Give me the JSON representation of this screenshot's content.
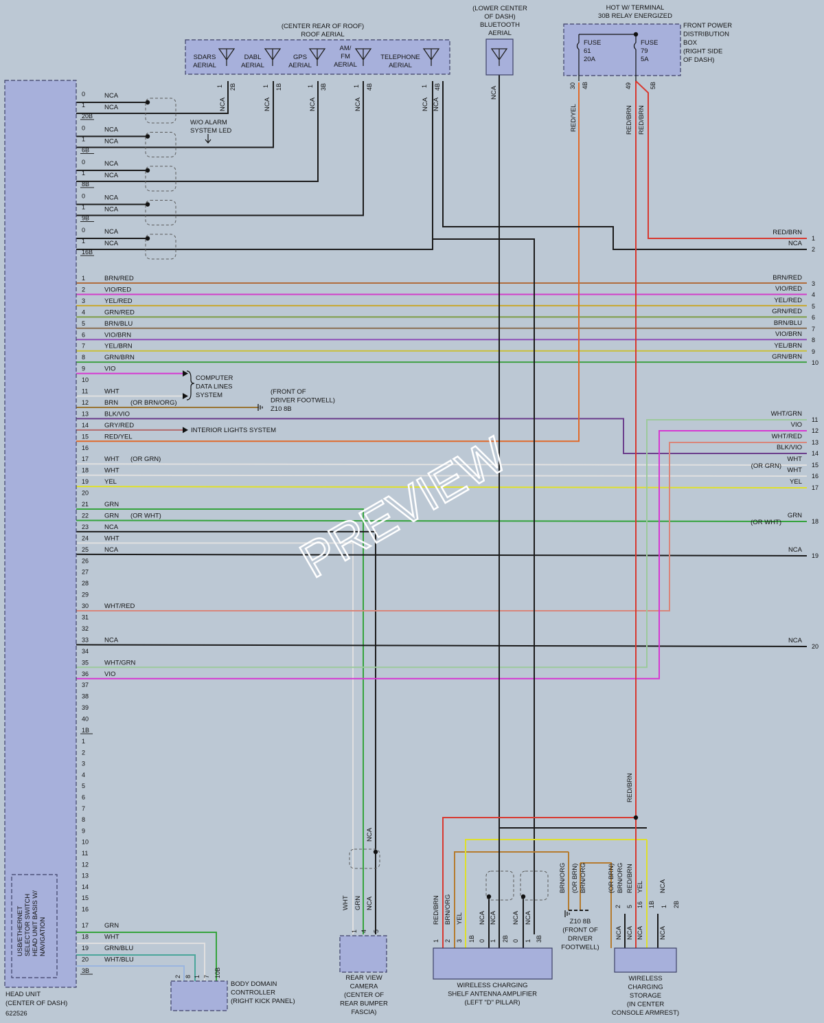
{
  "diagram": {
    "id": "622526",
    "watermark": "PREVIEW",
    "colors": {
      "background": "#bcc8d4",
      "component_fill": "#a7b0db",
      "RED/BRN": "#d8382f",
      "NCA": "#1a1a1a",
      "BRN/RED": "#b06d3c",
      "VIO/RED": "#d23ec9",
      "YEL/RED": "#c8a72c",
      "GRN/RED": "#7e9c44",
      "BRN/BLU": "#8a6e52",
      "VIO/BRN": "#8d4fb7",
      "YEL/BRN": "#c9bf3a",
      "GRN/BRN": "#3fa043",
      "VIO": "#d637d2",
      "WHT": "#e0e0e0",
      "BRN": "#9a7430",
      "BLK/VIO": "#6b3e8c",
      "GRY/RED": "#b36b6b",
      "RED/YEL": "#e06a2a",
      "YEL": "#dfe02a",
      "GRN": "#34a33c",
      "WHT/RED": "#d9857a",
      "WHT/GRN": "#9cc99c",
      "GRN/BLU": "#4aa59a",
      "WHT/BLU": "#9ab5e0",
      "BRN/ORG": "#b57b2e"
    },
    "components": {
      "head_unit": {
        "lines": [
          "HEAD UNIT",
          "(CENTER OF DASH)"
        ]
      },
      "ethernet_switch": {
        "lines": [
          "USB/ETHERNET",
          "SELECTOR SWITCH",
          "HEAD UNIT BASIS W/",
          "NAVIGATION"
        ]
      },
      "roof_aerial": {
        "title": [
          "(CENTER REAR OF ROOF)",
          "ROOF AERIAL"
        ],
        "items": [
          {
            "label": [
              "SDARS",
              "AERIAL"
            ],
            "pins": [
              "1",
              "2B"
            ]
          },
          {
            "label": [
              "DABL",
              "AERIAL"
            ],
            "pins": [
              "1",
              "1B"
            ]
          },
          {
            "label": [
              "GPS",
              "AERIAL"
            ],
            "pins": [
              "1",
              "3B"
            ]
          },
          {
            "label": [
              "AM/",
              "FM",
              "AERIAL"
            ],
            "pins": [
              "1",
              "4B"
            ]
          },
          {
            "label": [
              "TELEPHONE",
              "AERIAL"
            ],
            "pins": [
              "1",
              "4B"
            ]
          }
        ]
      },
      "bluetooth_aerial": {
        "lines": [
          "(LOWER CENTER",
          "OF DASH)",
          "BLUETOOTH",
          "AERIAL"
        ]
      },
      "power_box": {
        "top": [
          "HOT W/ TERMINAL",
          "30B RELAY ENERGIZED"
        ],
        "side": [
          "FRONT POWER",
          "DISTRIBUTION",
          "BOX",
          "(RIGHT SIDE",
          "OF DASH)"
        ],
        "fuse_a": [
          "FUSE",
          "61",
          "20A"
        ],
        "fuse_b": [
          "FUSE",
          "79",
          "5A"
        ],
        "pins": [
          "30",
          "4B",
          "49",
          "5B"
        ]
      },
      "body_domain": {
        "lines": [
          "BODY DOMAIN",
          "CONTROLLER",
          "(RIGHT KICK PANEL)"
        ],
        "pins": [
          "2",
          "8",
          "1",
          "7",
          "10B"
        ]
      },
      "rear_camera": {
        "lines": [
          "REAR VIEW",
          "CAMERA",
          "(CENTER OF",
          "REAR BUMPER",
          "FASCIA)"
        ],
        "pins": [
          "1",
          "4",
          "5"
        ]
      },
      "wireless_amp": {
        "lines": [
          "WIRELESS CHARGING",
          "SHELF ANTENNA AMPLIFIER",
          "(LEFT \"D\" PILLAR)"
        ],
        "pins": [
          "1",
          "2",
          "3",
          "1B",
          "0",
          "1",
          "2B",
          "0",
          "1",
          "3B"
        ]
      },
      "wireless_storage": {
        "lines": [
          "WIRELESS",
          "CHARGING",
          "STORAGE",
          "(IN CENTER",
          "CONSOLE ARMREST)"
        ],
        "pins": [
          "2",
          "5",
          "16",
          "1B",
          "1",
          "2B"
        ]
      }
    },
    "notes": {
      "alarm_led": [
        "W/O ALARM",
        "SYSTEM LED"
      ],
      "computer_data": [
        "COMPUTER",
        "DATA LINES",
        "SYSTEM"
      ],
      "ground_front": [
        "(FRONT OF",
        "DRIVER FOOTWELL)",
        "Z10 8B"
      ],
      "interior_lights": "INTERIOR LIGHTS SYSTEM",
      "ground_bottom": [
        "Z10 8B",
        "(FRONT OF",
        "DRIVER",
        "FOOTWELL)"
      ]
    },
    "top_groups": [
      {
        "pins": [
          "0",
          "1",
          "20B"
        ],
        "wires": [
          "NCA",
          "NCA"
        ]
      },
      {
        "pins": [
          "0",
          "1",
          "6B"
        ],
        "wires": [
          "NCA",
          "NCA"
        ]
      },
      {
        "pins": [
          "0",
          "1",
          "8B"
        ],
        "wires": [
          "NCA",
          "NCA"
        ]
      },
      {
        "pins": [
          "0",
          "1",
          "9B"
        ],
        "wires": [
          "NCA",
          "NCA"
        ]
      },
      {
        "pins": [
          "0",
          "1",
          "16B"
        ],
        "wires": [
          "NCA",
          "NCA"
        ]
      }
    ],
    "hu_rows": [
      {
        "pin": "1",
        "label": "BRN/RED",
        "extra": "",
        "color": "BRN/RED"
      },
      {
        "pin": "2",
        "label": "VIO/RED",
        "extra": "",
        "color": "VIO/RED"
      },
      {
        "pin": "3",
        "label": "YEL/RED",
        "extra": "",
        "color": "YEL/RED"
      },
      {
        "pin": "4",
        "label": "GRN/RED",
        "extra": "",
        "color": "GRN/RED"
      },
      {
        "pin": "5",
        "label": "BRN/BLU",
        "extra": "",
        "color": "BRN/BLU"
      },
      {
        "pin": "6",
        "label": "VIO/BRN",
        "extra": "",
        "color": "VIO/BRN"
      },
      {
        "pin": "7",
        "label": "YEL/BRN",
        "extra": "",
        "color": "YEL/BRN"
      },
      {
        "pin": "8",
        "label": "GRN/BRN",
        "extra": "",
        "color": "GRN/BRN"
      },
      {
        "pin": "9",
        "label": "VIO",
        "extra": "",
        "color": "VIO"
      },
      {
        "pin": "10",
        "label": "",
        "extra": "",
        "color": ""
      },
      {
        "pin": "11",
        "label": "WHT",
        "extra": "",
        "color": "WHT"
      },
      {
        "pin": "12",
        "label": "BRN",
        "extra": "(OR BRN/ORG)",
        "color": "BRN"
      },
      {
        "pin": "13",
        "label": "BLK/VIO",
        "extra": "",
        "color": "BLK/VIO"
      },
      {
        "pin": "14",
        "label": "GRY/RED",
        "extra": "",
        "color": "GRY/RED"
      },
      {
        "pin": "15",
        "label": "RED/YEL",
        "extra": "",
        "color": "RED/YEL"
      },
      {
        "pin": "16",
        "label": "",
        "extra": "",
        "color": ""
      },
      {
        "pin": "17",
        "label": "WHT",
        "extra": "(OR GRN)",
        "color": "WHT"
      },
      {
        "pin": "18",
        "label": "WHT",
        "extra": "",
        "color": "WHT"
      },
      {
        "pin": "19",
        "label": "YEL",
        "extra": "",
        "color": "YEL"
      },
      {
        "pin": "20",
        "label": "",
        "extra": "",
        "color": ""
      },
      {
        "pin": "21",
        "label": "GRN",
        "extra": "",
        "color": "GRN"
      },
      {
        "pin": "22",
        "label": "GRN",
        "extra": "(OR WHT)",
        "color": "GRN"
      },
      {
        "pin": "23",
        "label": "NCA",
        "extra": "",
        "color": "NCA"
      },
      {
        "pin": "24",
        "label": "WHT",
        "extra": "",
        "color": "WHT"
      },
      {
        "pin": "25",
        "label": "NCA",
        "extra": "",
        "color": "NCA"
      },
      {
        "pin": "26",
        "label": "",
        "extra": "",
        "color": ""
      },
      {
        "pin": "27",
        "label": "",
        "extra": "",
        "color": ""
      },
      {
        "pin": "28",
        "label": "",
        "extra": "",
        "color": ""
      },
      {
        "pin": "29",
        "label": "",
        "extra": "",
        "color": ""
      },
      {
        "pin": "30",
        "label": "WHT/RED",
        "extra": "",
        "color": "WHT/RED"
      },
      {
        "pin": "31",
        "label": "",
        "extra": "",
        "color": ""
      },
      {
        "pin": "32",
        "label": "",
        "extra": "",
        "color": ""
      },
      {
        "pin": "33",
        "label": "NCA",
        "extra": "",
        "color": "NCA"
      },
      {
        "pin": "34",
        "label": "",
        "extra": "",
        "color": ""
      },
      {
        "pin": "35",
        "label": "WHT/GRN",
        "extra": "",
        "color": "WHT/GRN"
      },
      {
        "pin": "36",
        "label": "VIO",
        "extra": "",
        "color": "VIO"
      },
      {
        "pin": "37",
        "label": "",
        "extra": "",
        "color": ""
      },
      {
        "pin": "38",
        "label": "",
        "extra": "",
        "color": ""
      },
      {
        "pin": "39",
        "label": "",
        "extra": "",
        "color": ""
      },
      {
        "pin": "40",
        "label": "",
        "extra": "",
        "color": ""
      },
      {
        "pin": "1B",
        "label": "",
        "extra": "",
        "color": ""
      }
    ],
    "lower_pins": [
      "1",
      "2",
      "3",
      "4",
      "5",
      "6",
      "7",
      "8",
      "9",
      "10",
      "11",
      "12",
      "13",
      "14",
      "15",
      "16"
    ],
    "bottom_rows": [
      {
        "pin": "17",
        "label": "GRN",
        "color": "GRN"
      },
      {
        "pin": "18",
        "label": "WHT",
        "color": "WHT"
      },
      {
        "pin": "19",
        "label": "GRN/BLU",
        "color": "GRN/BLU"
      },
      {
        "pin": "20",
        "label": "WHT/BLU",
        "color": "WHT/BLU"
      },
      {
        "pin": "3B",
        "label": "",
        "color": ""
      }
    ],
    "right_terminals": [
      {
        "num": "1",
        "label": "RED/BRN",
        "extra": ""
      },
      {
        "num": "2",
        "label": "NCA",
        "extra": ""
      },
      {
        "num": "3",
        "label": "BRN/RED",
        "extra": ""
      },
      {
        "num": "4",
        "label": "VIO/RED",
        "extra": ""
      },
      {
        "num": "5",
        "label": "YEL/RED",
        "extra": ""
      },
      {
        "num": "6",
        "label": "GRN/RED",
        "extra": ""
      },
      {
        "num": "7",
        "label": "BRN/BLU",
        "extra": ""
      },
      {
        "num": "8",
        "label": "VIO/BRN",
        "extra": ""
      },
      {
        "num": "9",
        "label": "YEL/BRN",
        "extra": ""
      },
      {
        "num": "10",
        "label": "GRN/BRN",
        "extra": ""
      },
      {
        "num": "11",
        "label": "WHT/GRN",
        "extra": ""
      },
      {
        "num": "12",
        "label": "VIO",
        "extra": ""
      },
      {
        "num": "13",
        "label": "WHT/RED",
        "extra": ""
      },
      {
        "num": "14",
        "label": "BLK/VIO",
        "extra": ""
      },
      {
        "num": "15",
        "label": "WHT",
        "extra": "(OR GRN)"
      },
      {
        "num": "16",
        "label": "WHT",
        "extra": ""
      },
      {
        "num": "17",
        "label": "YEL",
        "extra": ""
      },
      {
        "num": "18",
        "label": "GRN",
        "extra": "(OR WHT)"
      },
      {
        "num": "19",
        "label": "NCA",
        "extra": ""
      },
      {
        "num": "20",
        "label": "NCA",
        "extra": ""
      }
    ],
    "vertical_labels": {
      "aerial_wires": [
        "NCA",
        "NCA",
        "NCA",
        "NCA",
        "NCA",
        "NCA"
      ],
      "bt_wire": "NCA",
      "power_wires": [
        "RED/YEL",
        "RED/BRN",
        "RED/BRN"
      ],
      "splice_wire": "RED/BRN",
      "camera_wires": [
        "WHT",
        "GRN",
        "NCA"
      ],
      "camera_upper": "NCA",
      "amp_wires": [
        "RED/BRN",
        "BRN/ORG",
        "YEL",
        "NCA",
        "NCA",
        "NCA",
        "NCA"
      ],
      "ground_wires": [
        "BRN/ORG",
        "(OR BRN)",
        "BRN/ORG"
      ],
      "storage_upper": [
        "(OR BRN)",
        "BRN/ORG",
        "RED/BRN",
        "YEL",
        "NCA"
      ],
      "storage_lower": [
        "NCA",
        "NCA",
        "NCA",
        "NCA"
      ]
    }
  }
}
